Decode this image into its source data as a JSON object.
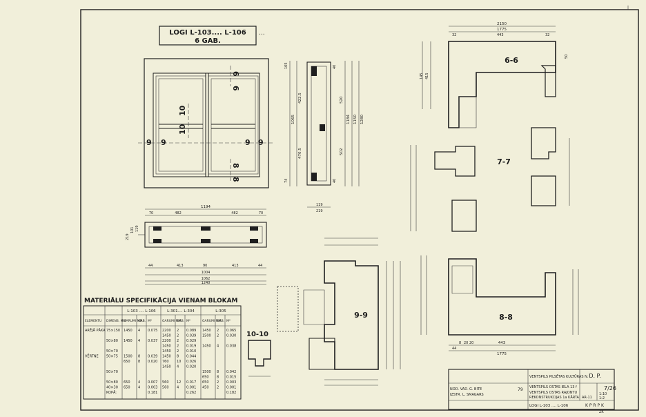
{
  "title": {
    "line1": "LOGI  L-103.... L-106",
    "line2": "6 GAB.",
    "dots": "..."
  },
  "elevation": {
    "dims": [
      "6",
      "10",
      "10",
      "9",
      "9",
      "9",
      "9",
      "8",
      "8"
    ]
  },
  "plan_view": {
    "top_dims": [
      "1194",
      "70",
      "482",
      "482",
      "70"
    ],
    "bottom_dims": [
      "44",
      "413",
      "90",
      "413",
      "44"
    ],
    "totals": [
      "1004",
      "1062",
      "1240"
    ],
    "side_dims": [
      "219",
      "101",
      "119"
    ]
  },
  "section_10_10": {
    "label": "10-10"
  },
  "section_9_9": {
    "label": "9-9"
  },
  "section_8_8": {
    "label": "8-8"
  },
  "section_7_7": {
    "label": "7-7"
  },
  "section_6_6": {
    "label": "6-6"
  },
  "vertical_section": {
    "dims": [
      "1065",
      "422.5",
      "470.5",
      "520",
      "502",
      "1184",
      "1150",
      "1280",
      "105",
      "40",
      "40",
      "74",
      "119",
      "219"
    ]
  },
  "section_6_6_dims": [
    "2150",
    "1775",
    "32",
    "32",
    "443",
    "50",
    "145",
    "415"
  ],
  "section_8_8_dims": [
    "443",
    "1775",
    "44",
    "8",
    "20",
    "20"
  ],
  "spec": {
    "title": "MATERIĀLU SPECIFIKĀCIJA VIENAM BLOKAM",
    "group_headers": [
      "L-103 .... L-106",
      "L-301.... L-304",
      "L-305"
    ],
    "sub_headers": [
      "ELEMENTU",
      "DIMENS. MM",
      "GARUMI MM",
      "GAB.",
      "M³",
      "GARUMI MM",
      "GAB.",
      "M³",
      "GARUMI MM",
      "GAB.",
      "M³"
    ],
    "rows": [
      [
        "ARĒJĀ PĀKA",
        "75×150",
        "1450",
        "4",
        "0.075",
        "2200",
        "2",
        "0.089",
        "1450",
        "2",
        "0.065"
      ],
      [
        "",
        "",
        "",
        "",
        "",
        "1450",
        "2",
        "0.039",
        "1500",
        "2",
        "0.030"
      ],
      [
        "",
        "50×80",
        "1450",
        "4",
        "0.037",
        "2200",
        "2",
        "0.029",
        "",
        "",
        ""
      ],
      [
        "",
        "",
        "",
        "",
        "",
        "1450",
        "2",
        "0.019",
        "1450",
        "4",
        "0.038"
      ],
      [
        "",
        "50×70",
        "",
        "",
        "",
        "1450",
        "2",
        "0.010",
        "",
        "",
        ""
      ],
      [
        "VĒRTNE",
        "50×75",
        "1500",
        "8",
        "0.039",
        "1450",
        "8",
        "0.044",
        "",
        "",
        ""
      ],
      [
        "",
        "",
        "650",
        "8",
        "0.020",
        "760",
        "10",
        "0.026",
        "",
        "",
        ""
      ],
      [
        "",
        "",
        "",
        "",
        "",
        "1450",
        "4",
        "0.020",
        "",
        "",
        ""
      ],
      [
        "",
        "50×70",
        "",
        "",
        "",
        "",
        "",
        "",
        "1500",
        "8",
        "0.042"
      ],
      [
        "",
        "",
        "",
        "",
        "",
        "",
        "",
        "",
        "650",
        "8",
        "0.015"
      ],
      [
        "",
        "50×80",
        "650",
        "4",
        "0.007",
        "560",
        "12",
        "0.017",
        "650",
        "2",
        "0.003"
      ],
      [
        "",
        "40×30",
        "650",
        "4",
        "0.003",
        "560",
        "4",
        "0.001",
        "450",
        "2",
        "0.001"
      ],
      [
        "",
        "KOPĀ:",
        "",
        "",
        "0.181",
        "",
        "",
        "0.262",
        "",
        "",
        "0.182"
      ]
    ]
  },
  "title_block": {
    "org_line1": "VENTSPILS PILSĒTAS KULTŪRAS N.",
    "org_line2": "VENTSPILS OSTAS IELA 13 f",
    "project_line1": "VENTSPILS OSTAS RAJONTU",
    "project_line2": "REKONSTRUKCIJAS 1a KĀRTA",
    "doc_code": "D. P.",
    "doc_number": "7/26",
    "sheet": "AR-11",
    "scale_line1": "1:10",
    "scale_line2": "1:2",
    "author_role": "NOD. VAD.",
    "author_name": "G. BITE",
    "checker_role": "IZSTR.",
    "checker_name": "L. SMAGARS",
    "year": "79",
    "title": "LOGI  L-103 .... L-106",
    "stamp": "K P R P K",
    "corner_mark": "ZK"
  }
}
